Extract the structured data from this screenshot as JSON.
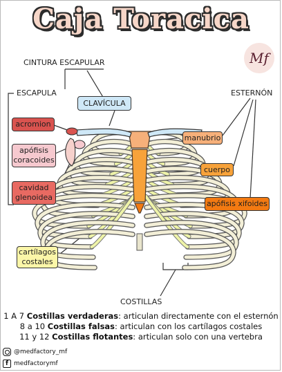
{
  "title": "Caja Toracica",
  "logo_text": "Mf",
  "labels": {
    "cintura": "CINTURA ESCAPULAR",
    "escapula": "ESCAPULA",
    "clavicula": "CLAVÍCULA",
    "esternon": "ESTERNÓN",
    "acromion": "acromion",
    "apofisis_coracoides_1": "apófisis",
    "apofisis_coracoides_2": "coracoides",
    "cavidad_1": "cavidad",
    "cavidad_2": "glenoidea",
    "manubrio": "manubrio",
    "cuerpo": "cuerpo",
    "xifoides": "apófisis xifoides",
    "cartilagos_1": "cartílagos",
    "cartilagos_2": "costales",
    "costillas": "COSTILLAS"
  },
  "footer": {
    "line1": {
      "range": "1 A 7",
      "bold": "Costillas verdaderas",
      "rest": ": articulan directamente con el esternón"
    },
    "line2": {
      "range": "8 a 10",
      "bold": "Costillas falsas",
      "rest": ": articulan con los cartílagos costales"
    },
    "line3": {
      "range": "11 y 12",
      "bold": "Costillas flotantes",
      "rest": ": articulan solo con una vertebra"
    }
  },
  "social": {
    "instagram": "@medfactory_mf",
    "facebook": "medfactorymf",
    "instagram_icon": "instagram-icon",
    "facebook_icon": "facebook-icon"
  },
  "colors": {
    "acromion": "#d9534f",
    "coracoides": "#f6c9cf",
    "cavidad": "#e86a62",
    "clavicula": "#cfe8f7",
    "manubrio": "#f6b07a",
    "cuerpo": "#f7a23a",
    "xifoides": "#f37a12",
    "cartilagos": "#fbf6a8",
    "rib": "#f3efd7",
    "cartilage": "#eef3a8"
  }
}
